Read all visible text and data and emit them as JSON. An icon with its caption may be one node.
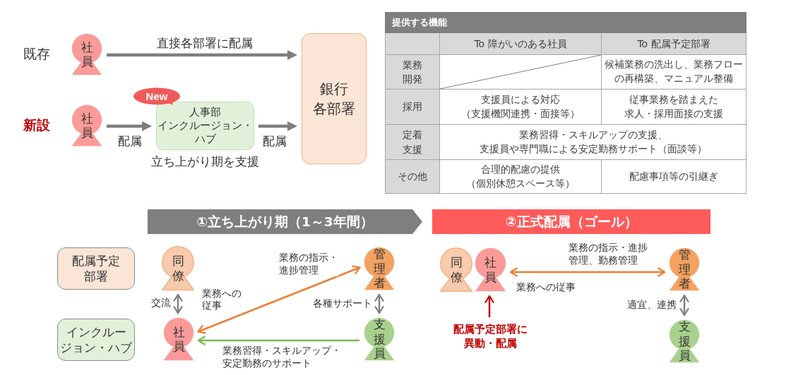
{
  "diagram": {
    "nodes": [
      {
        "text": [
          "社員"
        ]
      },
      {
        "text": [
          "銀行各部署"
        ]
      },
      {
        "text": [
          "社員"
        ]
      },
      {
        "text": [
          "New"
        ]
      },
      {
        "text": [
          "人事部インクルージョン・ハブ"
        ],
        "beside": [
          "立ち上がり期を支援"
        ]
      },
      {
        "text": [
          "①立ち上がり期（1～3年間）"
        ]
      },
      {
        "text": [
          "②正式配属（ゴール）"
        ]
      },
      {
        "text": [
          "配属予定部署"
        ]
      },
      {
        "text": [
          "同僚"
        ]
      },
      {
        "text": [
          "管理者"
        ]
      },
      {
        "text": [
          "同僚"
        ]
      },
      {
        "text": [
          "社員"
        ]
      },
      {
        "text": [
          "管理者"
        ]
      },
      {
        "text": [
          "インクルージョン・ハブ"
        ]
      },
      {
        "text": [
          "社員"
        ]
      },
      {
        "text": [
          "支援員"
        ]
      },
      {
        "text": [
          "配属予定部署に異動・配属"
        ]
      },
      {
        "text": [
          "支援員"
        ]
      }
    ],
    "edges": [
      {
        "from": 0,
        "to": 1,
        "arrow": "to",
        "label": "直接各部署に配属",
        "style": "thick"
      },
      {
        "from": 2,
        "to": 4,
        "arrow": "to",
        "label": "配属",
        "style": "thick"
      },
      {
        "from": 4,
        "to": 1,
        "arrow": "to",
        "label": "配属",
        "style": "thick"
      },
      {
        "from": 8,
        "to": 14,
        "arrow": "both",
        "label": "交流"
      },
      {
        "from": 14,
        "to": 9,
        "arrow": "both",
        "label": "業務の指示・進捗管理",
        "color": "#ed7d31"
      },
      {
        "from": 15,
        "to": 14,
        "arrow": "to",
        "label": "業務習得・スキルアップ・安定勤務のサポート",
        "color": "#7cb955"
      },
      {
        "from": 9,
        "to": 15,
        "arrow": "both",
        "label": "各種サポート"
      },
      {
        "from": 11,
        "to": 12,
        "arrow": "both",
        "label": "業務の指示・進捗管理、勤務管理",
        "color": "#ed7d31"
      },
      {
        "from": 16,
        "to": 11,
        "arrow": "to",
        "color": "#c00000"
      },
      {
        "from": 12,
        "to": 17,
        "arrow": "both",
        "label": "適宜、連携"
      }
    ],
    "labels": [
      "既存",
      "新設",
      "提供する機能",
      "To 障がいのある社員",
      "To 配属予定部署",
      "業務開発",
      "候補業務の洗出し、業務フローの再構築、マニュアル整備",
      "採用",
      "支援員による対応（支援機関連携・面接等）",
      "従事業務を踏まえた求人・採用面接の支援",
      "定着支援",
      "業務習得・スキルアップの支援、支援員や専門職による安定勤務サポート（面談等）",
      "その他",
      "合理的配慮の提供（個別休憩スペース等）",
      "配慮事項等の引継ぎ",
      "業務への従事",
      "業務への従事"
    ]
  }
}
